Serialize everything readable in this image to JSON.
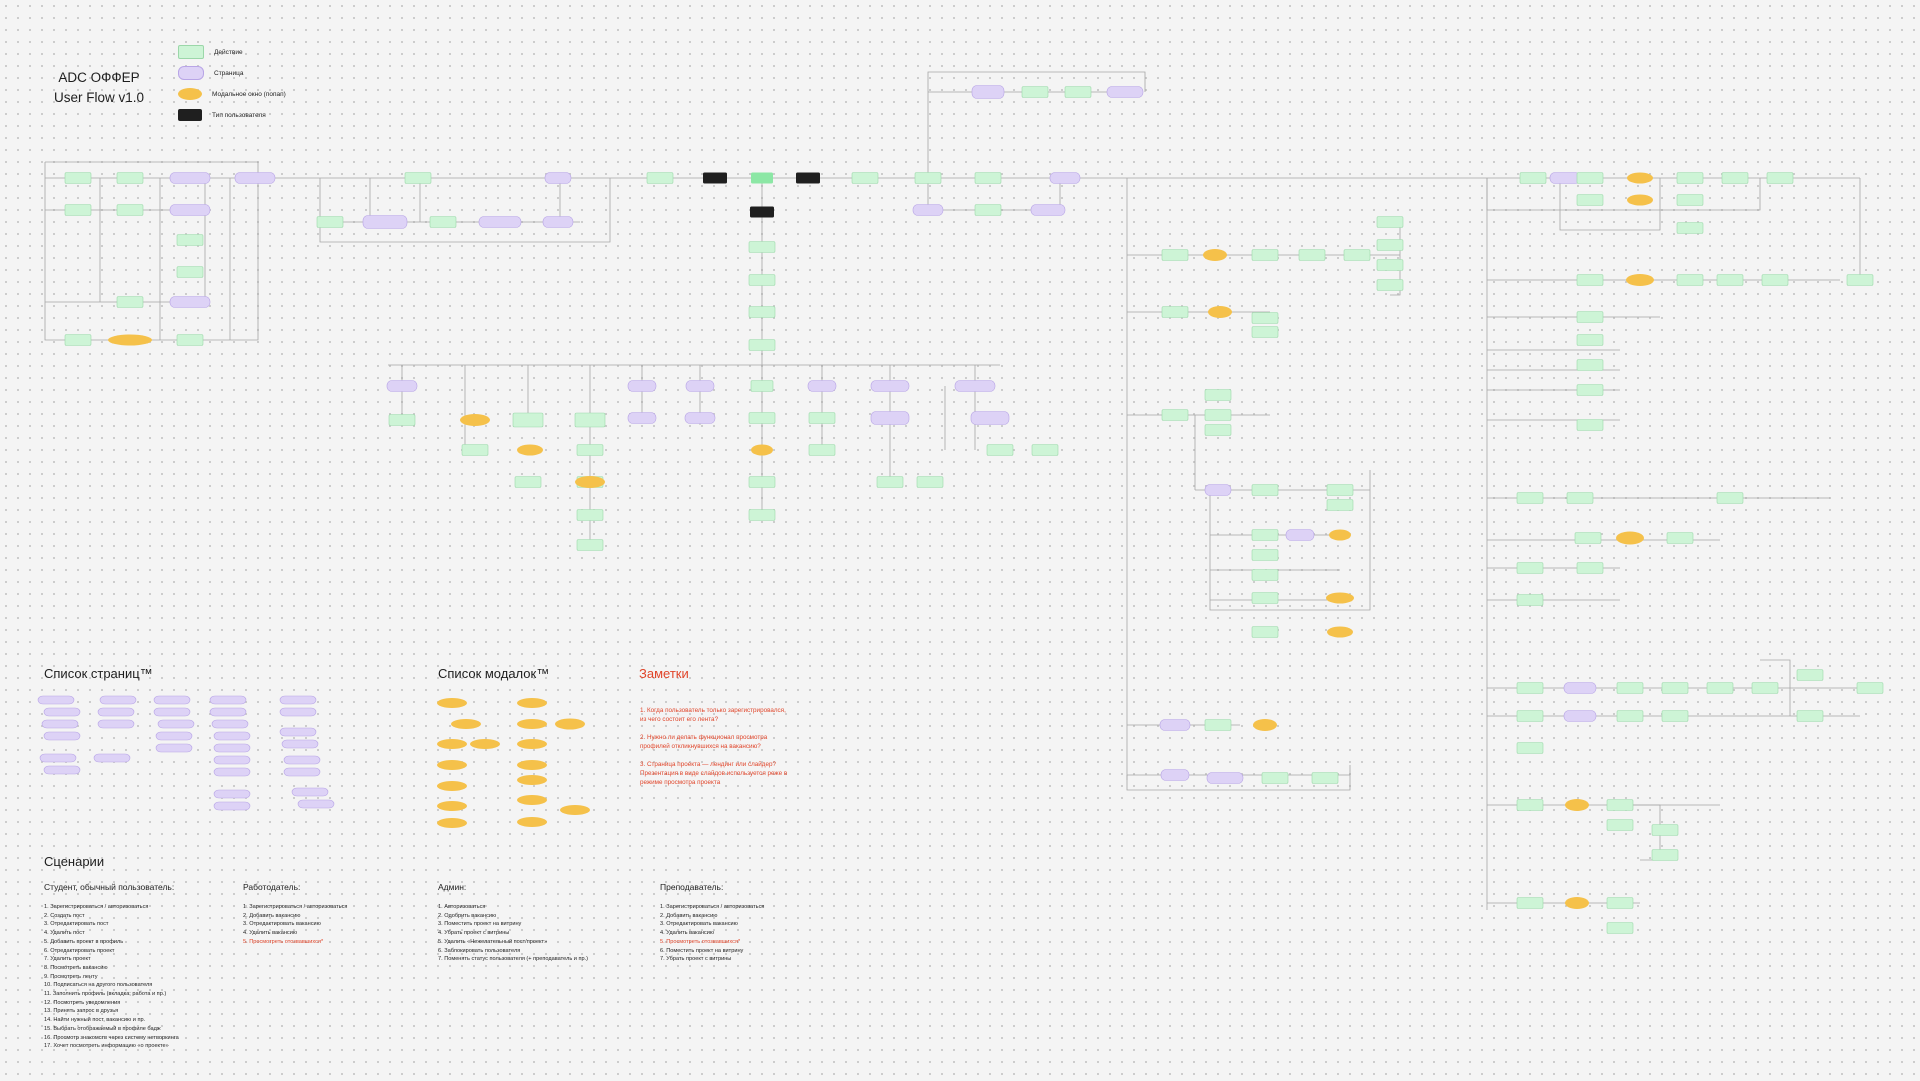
{
  "title": {
    "line1": "ADC ОФФЕР",
    "line2": "User Flow v1.0"
  },
  "legend": [
    {
      "kind": "action",
      "label": "Действие"
    },
    {
      "kind": "page",
      "label": "Страница"
    },
    {
      "kind": "modal",
      "label": "Модальное окно (попап)"
    },
    {
      "kind": "user",
      "label": "Тип пользователя"
    }
  ],
  "colors": {
    "background": "#f4f4f4",
    "dot_grid": "#c9c9c9",
    "action_fill": "#cdf4d6",
    "action_border": "#9bd7a9",
    "page_fill": "#ddd2f6",
    "page_border": "#b8a5e6",
    "modal_fill": "#f5c14a",
    "user_fill": "#1f1f1f",
    "connector": "#a6a6a6",
    "notes_red": "#e0452a"
  },
  "sections": {
    "pages_list": "Список страниц™",
    "modals_list": "Список модалок™",
    "notes": "Заметки",
    "scenarios": "Сценарии"
  },
  "notes": [
    "1. Когда пользователь только зарегистрировался, из чего состоит его лента?",
    "2. Нужно ли делать функционал просмотра профилей откликнувшихся на вакансию?",
    "3. Страница проекта — лендинг или слайдер? Презентация в виде слайдов используется реже в режиме просмотра проекта"
  ],
  "scenarios": [
    {
      "role": "Студент, обычный пользователь:",
      "items": [
        {
          "text": "1. Зарегистрироваться / авторизоваться",
          "hl": false
        },
        {
          "text": "2. Создать пост",
          "hl": false
        },
        {
          "text": "3. Отредактировать пост",
          "hl": false
        },
        {
          "text": "4. Удалить пост",
          "hl": false
        },
        {
          "text": "5. Добавить проект в профиль",
          "hl": false
        },
        {
          "text": "6. Отредактировать проект",
          "hl": false
        },
        {
          "text": "7. Удалить проект",
          "hl": false
        },
        {
          "text": "8. Посмотреть вакансию",
          "hl": false
        },
        {
          "text": "9. Посмотреть ленту",
          "hl": false
        },
        {
          "text": "10. Подписаться на другого пользователя",
          "hl": false
        },
        {
          "text": "11. Заполнить профиль (вкладка; работа и пр.)",
          "hl": false
        },
        {
          "text": "12. Посмотреть уведомления",
          "hl": false
        },
        {
          "text": "13. Принять запрос в друзья",
          "hl": false
        },
        {
          "text": "14. Найти нужный пост, вакансию и пр.",
          "hl": false
        },
        {
          "text": "15. Выбрать отображаемый в профиле бадж",
          "hl": false
        },
        {
          "text": "16. Просмотр знакомств через систему нетворкинга",
          "hl": false
        },
        {
          "text": "17. Хочет посмотреть информацию «о проекте»",
          "hl": false
        }
      ]
    },
    {
      "role": "Работодатель:",
      "items": [
        {
          "text": "1. Зарегистрироваться / авторизоваться",
          "hl": false
        },
        {
          "text": "2. Добавить вакансию",
          "hl": false
        },
        {
          "text": "3. Отредактировать вакансию",
          "hl": false
        },
        {
          "text": "4. Удалить вакансию",
          "hl": false
        },
        {
          "text": "5. Просмотреть отозвавшихся*",
          "hl": true
        }
      ]
    },
    {
      "role": "Админ:",
      "items": [
        {
          "text": "1. Авторизоваться",
          "hl": false
        },
        {
          "text": "2. Одобрить вакансию",
          "hl": false
        },
        {
          "text": "3. Поместить проект на витрину",
          "hl": false
        },
        {
          "text": "4. Убрать проект с витрины",
          "hl": false
        },
        {
          "text": "5. Удалить «Нежелательный пост/проект»",
          "hl": false
        },
        {
          "text": "6. Заблокировать пользователя",
          "hl": false
        },
        {
          "text": "7. Поменять статус пользователя (+ преподаватель и пр.)",
          "hl": false
        }
      ]
    },
    {
      "role": "Преподаватель:",
      "items": [
        {
          "text": "1. Зарегистрироваться / авторизоваться",
          "hl": false
        },
        {
          "text": "2. Добавить вакансию",
          "hl": false
        },
        {
          "text": "3. Отредактировать вакансию",
          "hl": false
        },
        {
          "text": "4. Удалить вакансию",
          "hl": false
        },
        {
          "text": "5. Просмотреть отозвавшихся*",
          "hl": true
        },
        {
          "text": "6. Поместить проект на витрину",
          "hl": false
        },
        {
          "text": "7. Убрать проект с витрины",
          "hl": false
        }
      ]
    }
  ]
}
